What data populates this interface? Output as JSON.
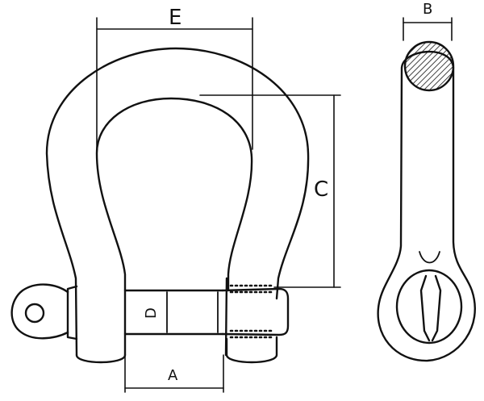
{
  "labels": {
    "e": "E",
    "b": "B",
    "c": "C",
    "d": "D",
    "a": "A"
  }
}
